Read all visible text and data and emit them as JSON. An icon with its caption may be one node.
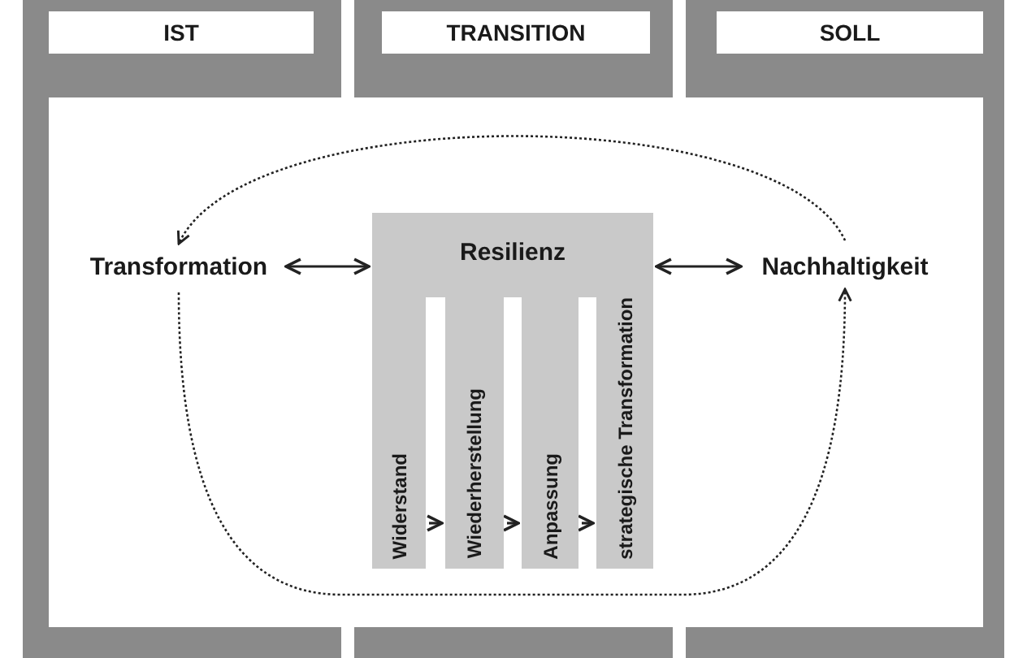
{
  "diagram": {
    "nodes": [
      {
        "text": [
          "IST"
        ]
      },
      {
        "text": [
          "TRANSITION"
        ]
      },
      {
        "text": [
          "SOLL"
        ]
      },
      {
        "text": [
          "Transformation"
        ]
      },
      {
        "text": [
          "Resilienz"
        ]
      },
      {
        "text": [
          "Widerstand"
        ],
        "in": 4
      },
      {
        "text": [
          "Wiederherstellung"
        ],
        "in": 4
      },
      {
        "text": [
          "Anpassung"
        ],
        "in": 4
      },
      {
        "text": [
          "strategische Transformation"
        ],
        "in": 4
      },
      {
        "text": [
          "Nachhaltigkeit"
        ]
      }
    ],
    "edges": [
      {
        "from": 3,
        "to": 4,
        "arrow": "both"
      },
      {
        "from": 4,
        "to": 9,
        "arrow": "both"
      },
      {
        "from": 5,
        "to": 6,
        "arrow": "to"
      },
      {
        "from": 6,
        "to": 7,
        "arrow": "to"
      },
      {
        "from": 7,
        "to": 8,
        "arrow": "to"
      },
      {
        "from": 3,
        "to": 9,
        "arrow": "to",
        "style": "dashed"
      },
      {
        "from": 9,
        "to": 3,
        "arrow": "to",
        "style": "dashed"
      }
    ]
  }
}
